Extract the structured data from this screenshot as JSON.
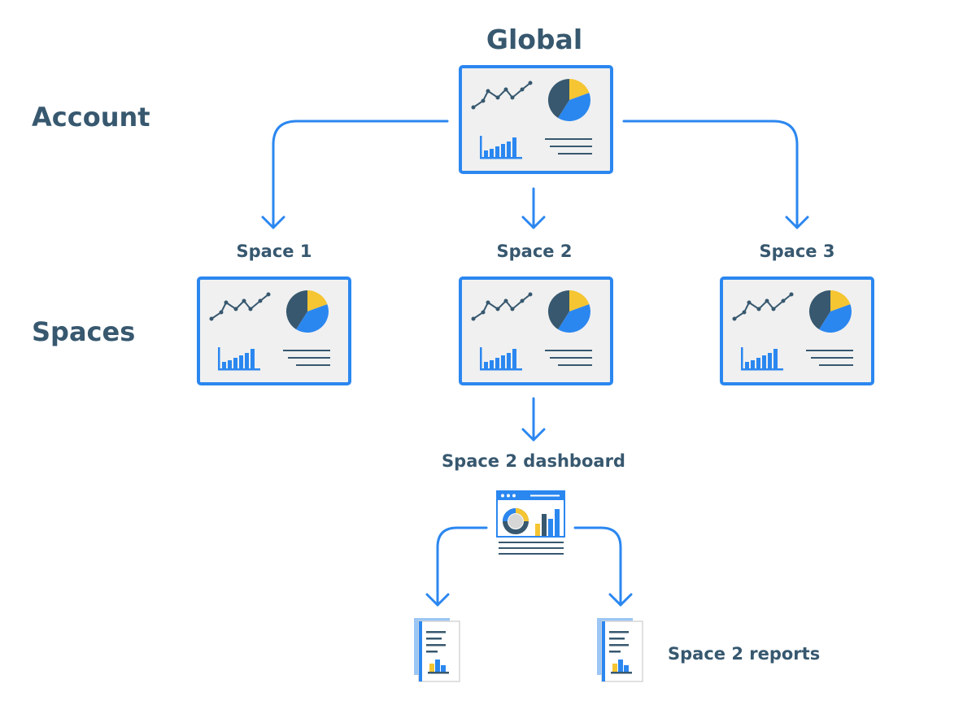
{
  "labels": {
    "global": "Global",
    "account": "Account",
    "spaces": "Spaces",
    "space1": "Space 1",
    "space2": "Space 2",
    "space3": "Space 3",
    "dashboard": "Space 2 dashboard",
    "reports": "Space 2 reports"
  },
  "colors": {
    "blue": "#2b87f0",
    "dark": "#37586f",
    "yellow": "#f5c532",
    "panel_fill": "#f0f0f0",
    "light_blue": "#9cc6f5"
  },
  "icons": {
    "panel": "dashboard-panel-icon",
    "dashboard": "dashboard-window-icon",
    "report": "report-document-icon"
  }
}
